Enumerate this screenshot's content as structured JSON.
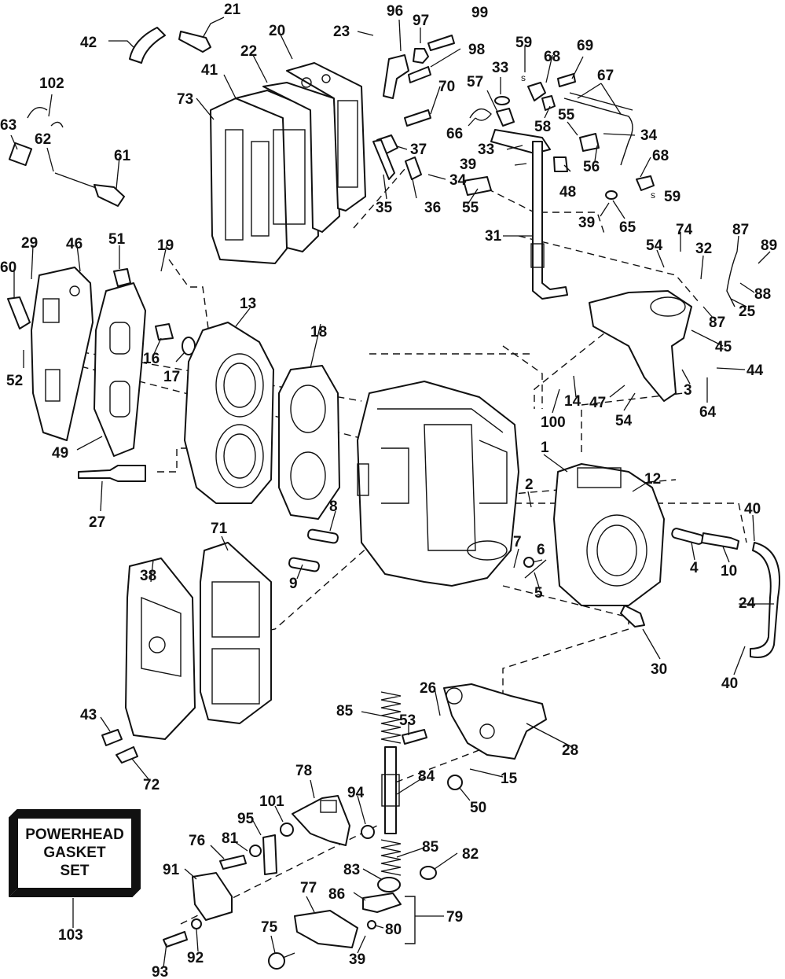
{
  "callouts": {
    "c1": "1",
    "c2": "2",
    "c3": "3",
    "c4": "4",
    "c5": "5",
    "c6": "6",
    "c7": "7",
    "c8": "8",
    "c9": "9",
    "c10": "10",
    "c12": "12",
    "c13": "13",
    "c14": "14",
    "c15": "15",
    "c16": "16",
    "c17": "17",
    "c18": "18",
    "c19": "19",
    "c20": "20",
    "c21": "21",
    "c22": "22",
    "c23": "23",
    "c24": "24",
    "c25": "25",
    "c26": "26",
    "c27": "27",
    "c28": "28",
    "c29": "29",
    "c30": "30",
    "c31": "31",
    "c32": "32",
    "c33": "33",
    "c34": "34",
    "c35": "35",
    "c36": "36",
    "c37": "37",
    "c38": "38",
    "c39": "39",
    "c40": "40",
    "c41": "41",
    "c42": "42",
    "c43": "43",
    "c44": "44",
    "c45": "45",
    "c46": "46",
    "c47": "47",
    "c48": "48",
    "c49": "49",
    "c50": "50",
    "c51": "51",
    "c52": "52",
    "c53": "53",
    "c54": "54",
    "c55": "55",
    "c56": "56",
    "c57": "57",
    "c58": "58",
    "c59": "59",
    "c60": "60",
    "c61": "61",
    "c62": "62",
    "c63": "63",
    "c64": "64",
    "c65": "65",
    "c66": "66",
    "c67": "67",
    "c68": "68",
    "c69": "69",
    "c70": "70",
    "c71": "71",
    "c72": "72",
    "c73": "73",
    "c74": "74",
    "c75": "75",
    "c76": "76",
    "c77": "77",
    "c78": "78",
    "c79": "79",
    "c80": "80",
    "c81": "81",
    "c82": "82",
    "c83": "83",
    "c84": "84",
    "c85": "85",
    "c86": "86",
    "c87": "87",
    "c88": "88",
    "c89": "89",
    "c91": "91",
    "c92": "92",
    "c93": "93",
    "c94": "94",
    "c95": "95",
    "c96": "96",
    "c97": "97",
    "c98": "98",
    "c99": "99",
    "c100": "100",
    "c101": "101",
    "c102": "102",
    "c103": "103"
  },
  "kit_box": {
    "line1": "POWERHEAD",
    "line2": "GASKET",
    "line3": "SET"
  },
  "small_marks": {
    "s": "s"
  }
}
